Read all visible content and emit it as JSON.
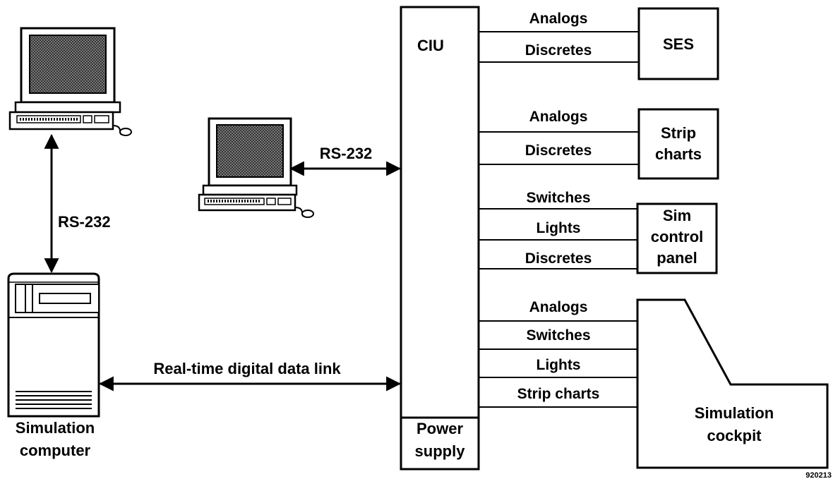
{
  "ciu": {
    "label": "CIU",
    "power_line1": "Power",
    "power_line2": "supply"
  },
  "ses": {
    "box": "SES",
    "lines": [
      "Analogs",
      "Discretes"
    ]
  },
  "strip_charts": {
    "box_line1": "Strip",
    "box_line2": "charts",
    "lines": [
      "Analogs",
      "Discretes"
    ]
  },
  "sim_panel": {
    "box_line1": "Sim",
    "box_line2": "control",
    "box_line3": "panel",
    "lines": [
      "Switches",
      "Lights",
      "Discretes"
    ]
  },
  "cockpit": {
    "box_line1": "Simulation",
    "box_line2": "cockpit",
    "lines": [
      "Analogs",
      "Switches",
      "Lights",
      "Strip charts"
    ]
  },
  "links": {
    "rs232_center": "RS-232",
    "rs232_left": "RS-232",
    "realtime": "Real-time digital data link"
  },
  "sim_computer": {
    "line1": "Simulation",
    "line2": "computer"
  },
  "figure_number": "920213"
}
